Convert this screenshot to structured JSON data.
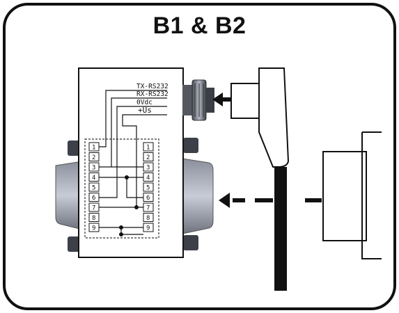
{
  "title": "B1 & B2",
  "signals": {
    "tx": "TX-RS232",
    "rx": "RX-RS232",
    "gnd": "0Vdc",
    "power": "+Us"
  },
  "pins": {
    "left": [
      "1",
      "2",
      "3",
      "4",
      "5",
      "6",
      "7",
      "8",
      "9"
    ],
    "right": [
      "1",
      "2",
      "3",
      "4",
      "5",
      "6",
      "7",
      "8",
      "9"
    ]
  },
  "icons": {
    "arrow_connect": "arrow-left-icon",
    "arrow_plug": "arrow-left-icon"
  },
  "colors": {
    "line": "#111111",
    "device_body": "#ffffff",
    "connector_shell": "#c9ccd6",
    "connector_dark": "#5a5d66",
    "cable": "#111111"
  }
}
